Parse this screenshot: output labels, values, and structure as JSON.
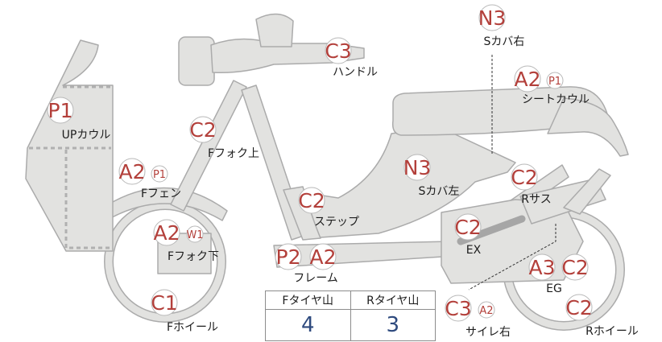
{
  "parts": [
    {
      "id": "up-cowl",
      "codes": [
        "P1"
      ],
      "label": "UPカウル"
    },
    {
      "id": "f-fender",
      "codes": [
        "A2",
        "P1"
      ],
      "label": "Fフェン"
    },
    {
      "id": "f-fork-upper",
      "codes": [
        "C2"
      ],
      "label": "Fフォク上"
    },
    {
      "id": "handle",
      "codes": [
        "C3"
      ],
      "label": "ハンドル"
    },
    {
      "id": "s-cover-right",
      "codes": [
        "N3"
      ],
      "label": "Sカバ右"
    },
    {
      "id": "seat-cowl",
      "codes": [
        "A2",
        "P1"
      ],
      "label": "シートカウル"
    },
    {
      "id": "step",
      "codes": [
        "C2"
      ],
      "label": "ステップ"
    },
    {
      "id": "s-cover-left",
      "codes": [
        "N3"
      ],
      "label": "Sカバ左"
    },
    {
      "id": "r-suspension",
      "codes": [
        "C2"
      ],
      "label": "Rサス"
    },
    {
      "id": "f-fork-lower",
      "codes": [
        "A2",
        "W1"
      ],
      "label": "Fフォク下"
    },
    {
      "id": "frame",
      "codes": [
        "P2",
        "A2"
      ],
      "label": "フレーム"
    },
    {
      "id": "exhaust",
      "codes": [
        "C2"
      ],
      "label": "EX"
    },
    {
      "id": "engine",
      "codes": [
        "A3",
        "C2"
      ],
      "label": "EG"
    },
    {
      "id": "f-wheel",
      "codes": [
        "C1"
      ],
      "label": "Fホイール"
    },
    {
      "id": "muffler-right",
      "codes": [
        "C3",
        "A2"
      ],
      "label": "サイレ右"
    },
    {
      "id": "r-wheel",
      "codes": [
        "C2"
      ],
      "label": "Rホイール"
    }
  ],
  "tread_table": {
    "front_header": "Fタイヤ山",
    "rear_header": "Rタイヤ山",
    "front_value": "4",
    "rear_value": "3"
  },
  "colors": {
    "code_red": "#b3403b",
    "value_blue": "#2e4a7e",
    "part_fill": "#e2e2e0",
    "part_stroke": "#ababab"
  }
}
